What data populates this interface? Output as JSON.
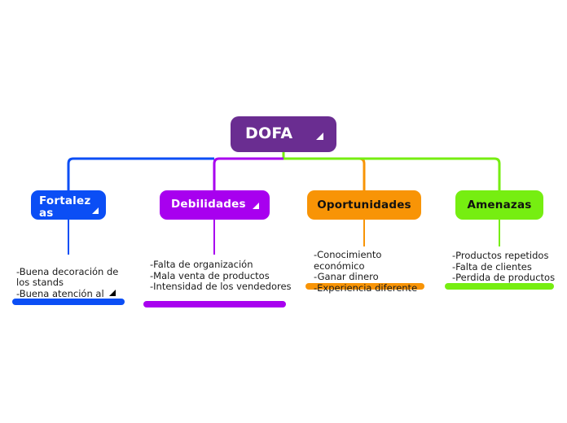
{
  "mindmap": {
    "root": {
      "label": "DOFA",
      "color": "#6a2d91",
      "text_color": "#ffffff",
      "collapse_icon": "collapse-triangle-icon"
    },
    "branches": [
      {
        "id": "fortalezas",
        "label": "Fortalez\nas",
        "color": "#0b4ef5",
        "text_color": "#ffffff",
        "collapse_icon": "collapse-triangle-icon",
        "items": "-Buena decoración de los stands\n-Buena atención al cliente\n-Buena presentación"
      },
      {
        "id": "debilidades",
        "label": "Debilidades",
        "color": "#a800ef",
        "text_color": "#ffffff",
        "collapse_icon": "collapse-triangle-icon",
        "items": "-Falta de organización\n-Mala venta de productos\n-Intensidad de los vendedores"
      },
      {
        "id": "oportunidades",
        "label": "Oportunidades",
        "color": "#f89406",
        "text_color": "#111111",
        "collapse_icon": "",
        "items": "-Conocimiento económico\n-Ganar dinero\n-Experiencia diferente"
      },
      {
        "id": "amenazas",
        "label": "Amenazas",
        "color": "#76ee11",
        "text_color": "#111111",
        "collapse_icon": "",
        "items": "-Productos repetidos\n-Falta de clientes\n-Perdida de productos"
      }
    ]
  }
}
